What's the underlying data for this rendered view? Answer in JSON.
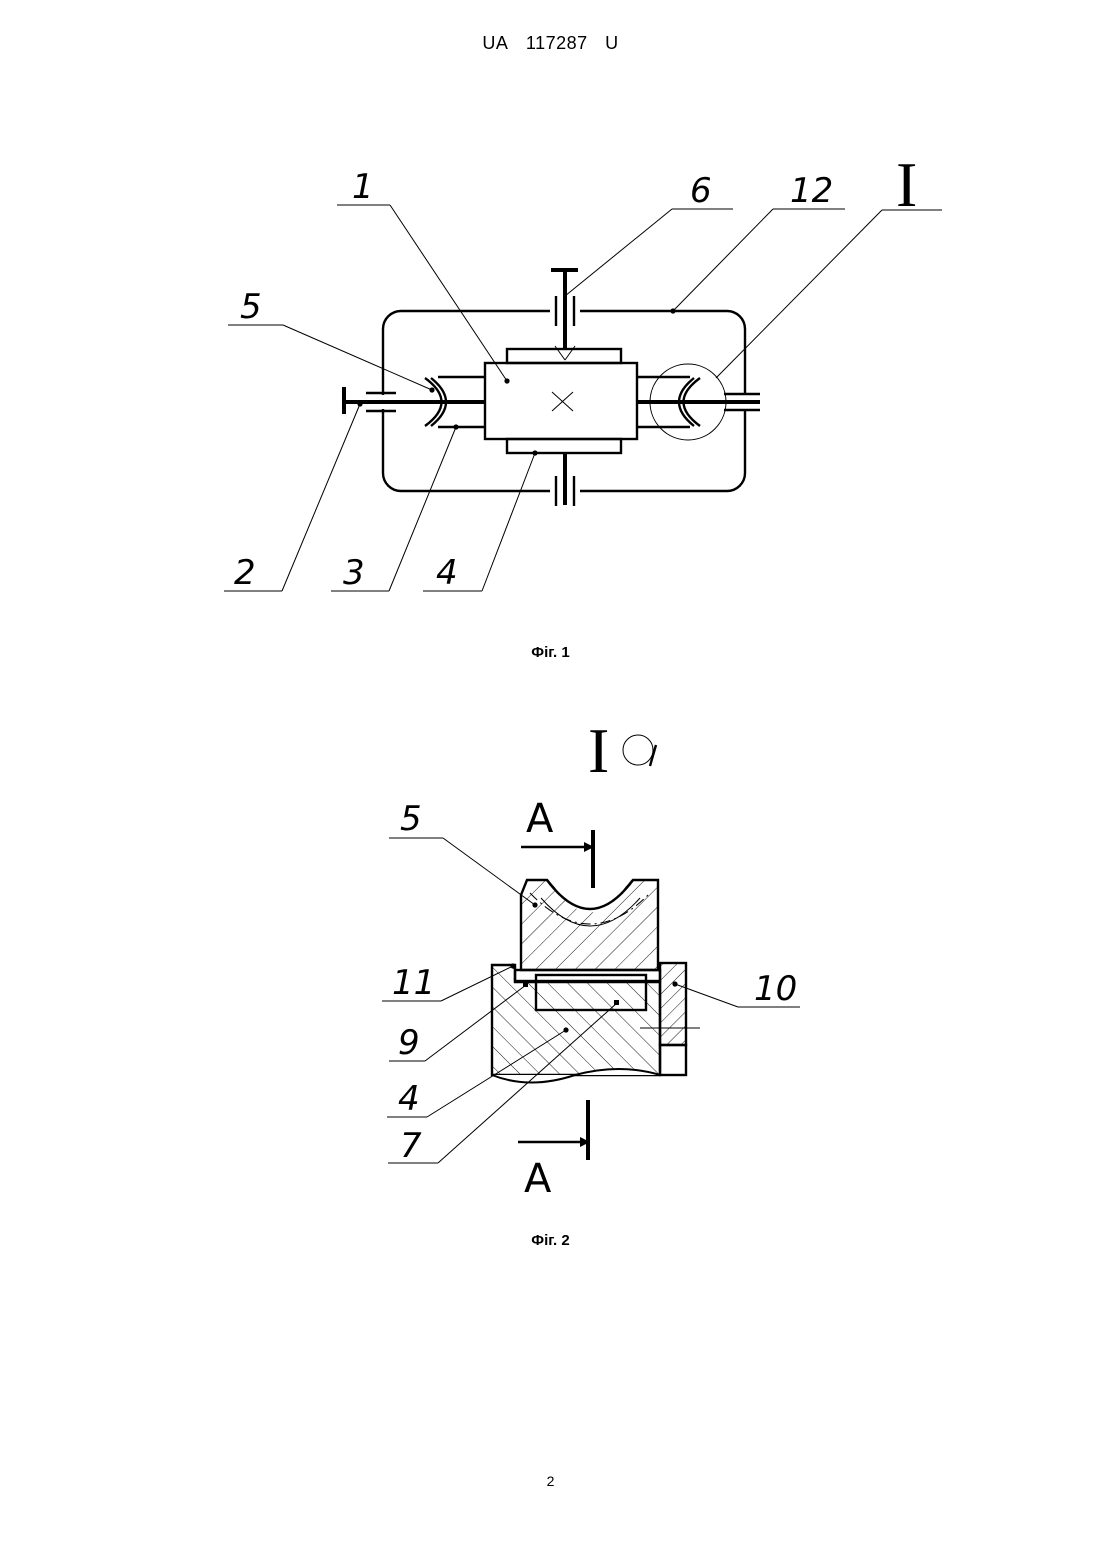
{
  "header": {
    "country": "UA",
    "number": "117287",
    "kind": "U"
  },
  "figure1": {
    "caption": "Фіг. 1",
    "labels": {
      "l1": "1",
      "l2": "2",
      "l3": "3",
      "l4": "4",
      "l5": "5",
      "l6": "6",
      "l12": "12",
      "detail": "I"
    }
  },
  "figure2": {
    "caption": "Фіг. 2",
    "detail_mark": "I",
    "section_top": "A",
    "section_bottom": "A",
    "labels": {
      "l5": "5",
      "l11": "11",
      "l9": "9",
      "l4": "4",
      "l7": "7",
      "l10": "10"
    }
  },
  "page_number": "2"
}
